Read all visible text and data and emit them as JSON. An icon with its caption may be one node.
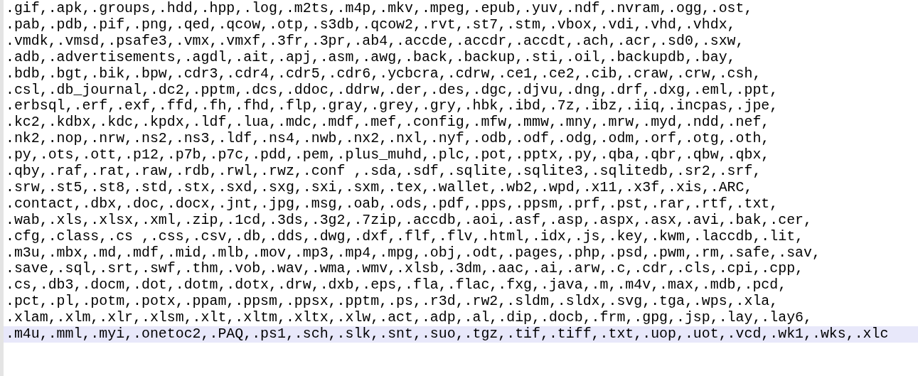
{
  "diagram": {
    "labels": [
      ".gif,.apk,.groups,.hdd,.hpp,.log,.m2ts,.m4p,.mkv,.mpeg,.epub,.yuv,.ndf,.nvram,.ogg,.ost,",
      ".pab,.pdb,.pif,.png,.qed,.qcow,.otp,.s3db,.qcow2,.rvt,.st7,.stm,.vbox,.vdi,.vhd,.vhdx,",
      ".vmdk,.vmsd,.psafe3,.vmx,.vmxf,.3fr,.3pr,.ab4,.accde,.accdr,.accdt,.ach,.acr,.sd0,.sxw,",
      ".adb,.advertisements,.agdl,.ait,.apj,.asm,.awg,.back,.backup,.sti,.oil,.backupdb,.bay,",
      ".bdb,.bgt,.bik,.bpw,.cdr3,.cdr4,.cdr5,.cdr6,.ycbcra,.cdrw,.ce1,.ce2,.cib,.craw,.crw,.csh,",
      ".csl,.db_journal,.dc2,.pptm,.dcs,.ddoc,.ddrw,.der,.des,.dgc,.djvu,.dng,.drf,.dxg,.eml,.ppt,",
      ".erbsql,.erf,.exf,.ffd,.fh,.fhd,.flp,.gray,.grey,.gry,.hbk,.ibd,.7z,.ibz,.iiq,.incpas,.jpe,",
      ".kc2,.kdbx,.kdc,.kpdx,.ldf,.lua,.mdc,.mdf,.mef,.config,.mfw,.mmw,.mny,.mrw,.myd,.ndd,.nef,",
      ".nk2,.nop,.nrw,.ns2,.ns3,.ldf,.ns4,.nwb,.nx2,.nxl,.nyf,.odb,.odf,.odg,.odm,.orf,.otg,.oth,",
      ".py,.ots,.ott,.p12,.p7b,.p7c,.pdd,.pem,.plus_muhd,.plc,.pot,.pptx,.py,.qba,.qbr,.qbw,.qbx,",
      ".qby,.raf,.rat,.raw,.rdb,.rwl,.rwz,.conf ,.sda,.sdf,.sqlite,.sqlite3,.sqlitedb,.sr2,.srf,",
      ".srw,.st5,.st8,.std,.stx,.sxd,.sxg,.sxi,.sxm,.tex,.wallet,.wb2,.wpd,.x11,.x3f,.xis,.ARC,",
      ".contact,.dbx,.doc,.docx,.jnt,.jpg,.msg,.oab,.ods,.pdf,.pps,.ppsm,.prf,.pst,.rar,.rtf,.txt,",
      ".wab,.xls,.xlsx,.xml,.zip,.1cd,.3ds,.3g2,.7zip,.accdb,.aoi,.asf,.asp,.aspx,.asx,.avi,.bak,.cer,",
      ".cfg,.class,.cs ,.css,.csv,.db,.dds,.dwg,.dxf,.flf,.flv,.html,.idx,.js,.key,.kwm,.laccdb,.lit,",
      ".m3u,.mbx,.md,.mdf,.mid,.mlb,.mov,.mp3,.mp4,.mpg,.obj,.odt,.pages,.php,.psd,.pwm,.rm,.safe,.sav,",
      ".save,.sql,.srt,.swf,.thm,.vob,.wav,.wma,.wmv,.xlsb,.3dm,.aac,.ai,.arw,.c,.cdr,.cls,.cpi,.cpp,",
      ".cs,.db3,.docm,.dot,.dotm,.dotx,.drw,.dxb,.eps,.fla,.flac,.fxg,.java,.m,.m4v,.max,.mdb,.pcd,",
      ".pct,.pl,.potm,.potx,.ppam,.ppsm,.ppsx,.pptm,.ps,.r3d,.rw2,.sldm,.sldx,.svg,.tga,.wps,.xla,",
      ".xlam,.xlm,.xlr,.xlsm,.xlt,.xltm,.xltx,.xlw,.act,.adp,.al,.dip,.docb,.frm,.gpg,.jsp,.lay,.lay6,",
      ".m4u,.mml,.myi,.onetoc2,.PAQ,.ps1,.sch,.slk,.snt,.suo,.tgz,.tif,.tiff,.txt,.uop,.uot,.vcd,.wk1,.wks,.xlc"
    ]
  }
}
